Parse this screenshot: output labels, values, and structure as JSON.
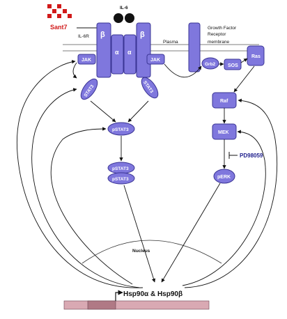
{
  "colors": {
    "node_fill": "#7f77dd",
    "node_stroke": "#3a3494",
    "inhibitor_red": "#d11a1a",
    "inhibitor_blue": "#1e1e8c",
    "gene_bar": "#d9a9b3",
    "gene_promoter": "#b07985",
    "arrow": "#111111"
  },
  "inhibitors": {
    "sant7": "Sant7",
    "pd98059": "PD98059"
  },
  "receptor": {
    "il6": "IL-6",
    "il6r": "IL-6R",
    "beta": "β",
    "alpha": "α"
  },
  "membrane": {
    "plasma": "Plasma",
    "membrane": "membrane"
  },
  "gfr": {
    "line1": "Growth Factor",
    "line2": "Receptor"
  },
  "nodes": {
    "jak": "JAK",
    "stat3": "STAT3",
    "pstat3": "pSTAT3",
    "grb2": "Grb2",
    "sos": "SOS",
    "ras": "Ras",
    "raf": "Raf",
    "mek": "MEK",
    "perk": "pERK"
  },
  "nucleus": "Nucleus",
  "gene": "Hsp90α & Hsp90β",
  "icons": [
    "sant7-logo-icon",
    "inhibition-bar-icon",
    "arrow-icon"
  ]
}
